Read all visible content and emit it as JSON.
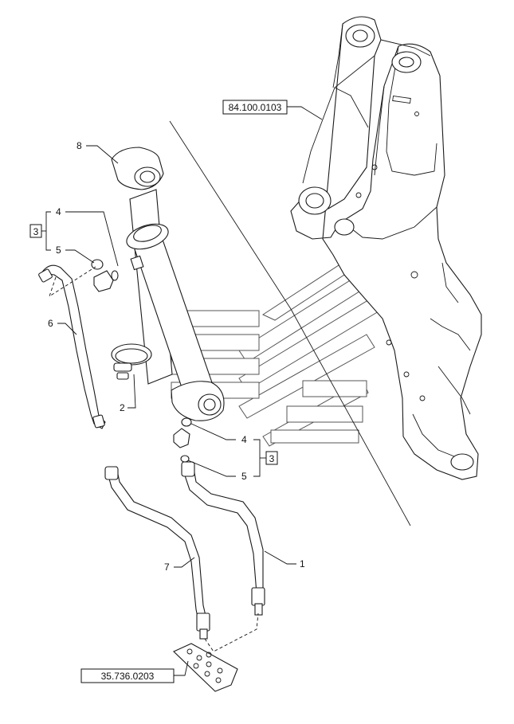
{
  "diagram": {
    "refs": {
      "boom": "84.100.0103",
      "plate": "35.736.0203",
      "kit_left": "3",
      "kit_right": "3"
    },
    "callouts": {
      "c1": "1",
      "c2": "2",
      "c4a": "4",
      "c4b": "4",
      "c5a": "5",
      "c5b": "5",
      "c6": "6",
      "c7": "7",
      "c8": "8"
    }
  }
}
